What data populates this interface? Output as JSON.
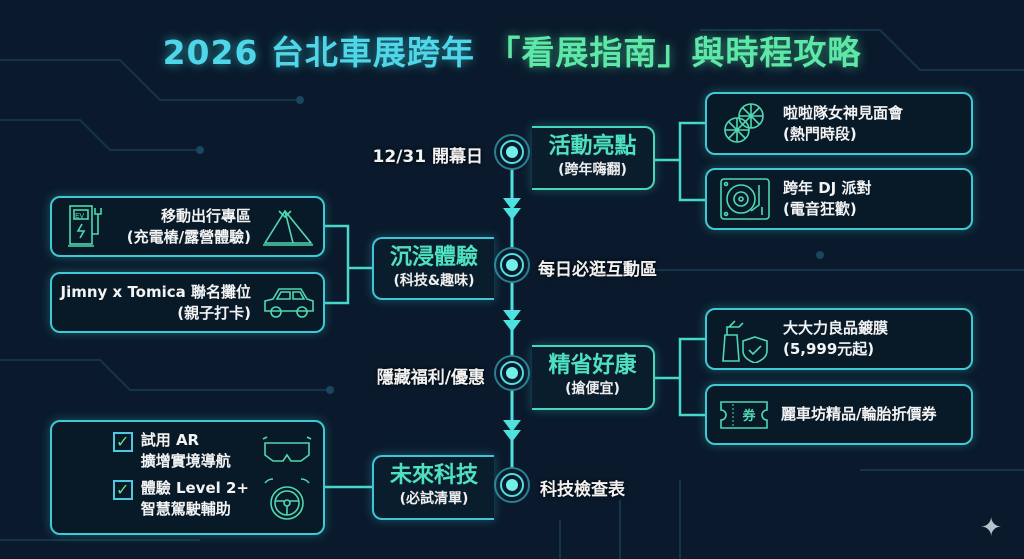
{
  "title": {
    "part1": "2026 台北車展跨年",
    "part2": "「看展指南」",
    "part3": "與時程攻略"
  },
  "timeline": {
    "labels": [
      "12/31 開幕日",
      "每日必逛互動區",
      "隱藏福利/優惠",
      "科技檢查表"
    ]
  },
  "categories": [
    {
      "title": "活動亮點",
      "subtitle": "(跨年嗨翻)"
    },
    {
      "title": "沉浸體驗",
      "subtitle": "(科技&趣味)"
    },
    {
      "title": "精省好康",
      "subtitle": "(搶便宜)"
    },
    {
      "title": "未來科技",
      "subtitle": "(必試清單)"
    }
  ],
  "details": {
    "cheer": {
      "line1": "啦啦隊女神見面會",
      "line2": "(熱門時段)",
      "icon": "pompom-icon"
    },
    "dj": {
      "line1": "跨年 DJ 派對",
      "line2": "(電音狂歡)",
      "icon": "turntable-icon"
    },
    "mobility": {
      "line1": "移動出行專區",
      "line2": "(充電樁/露營體驗)",
      "icon": "ev-charger-icon"
    },
    "jimny": {
      "line1": "Jimny x Tomica 聯名攤位",
      "line2": "(親子打卡)",
      "icon": "car-icon"
    },
    "coating": {
      "line1": "大大力良品鍍膜",
      "line2": "(5,999元起)",
      "icon": "spray-shield-icon"
    },
    "coupon": {
      "line1": "麗車坊精品/輪胎折價券",
      "badge": "券",
      "icon": "ticket-icon"
    },
    "checklist": [
      {
        "line1": "試用 AR",
        "line2": "擴增實境導航",
        "checked": true
      },
      {
        "line1": "體驗 Level 2+",
        "line2": "智慧駕駛輔助",
        "checked": true
      }
    ]
  },
  "colors": {
    "bg": "#0a1a2c",
    "cyan": "#4fd6e8",
    "green": "#5ee8a8"
  }
}
